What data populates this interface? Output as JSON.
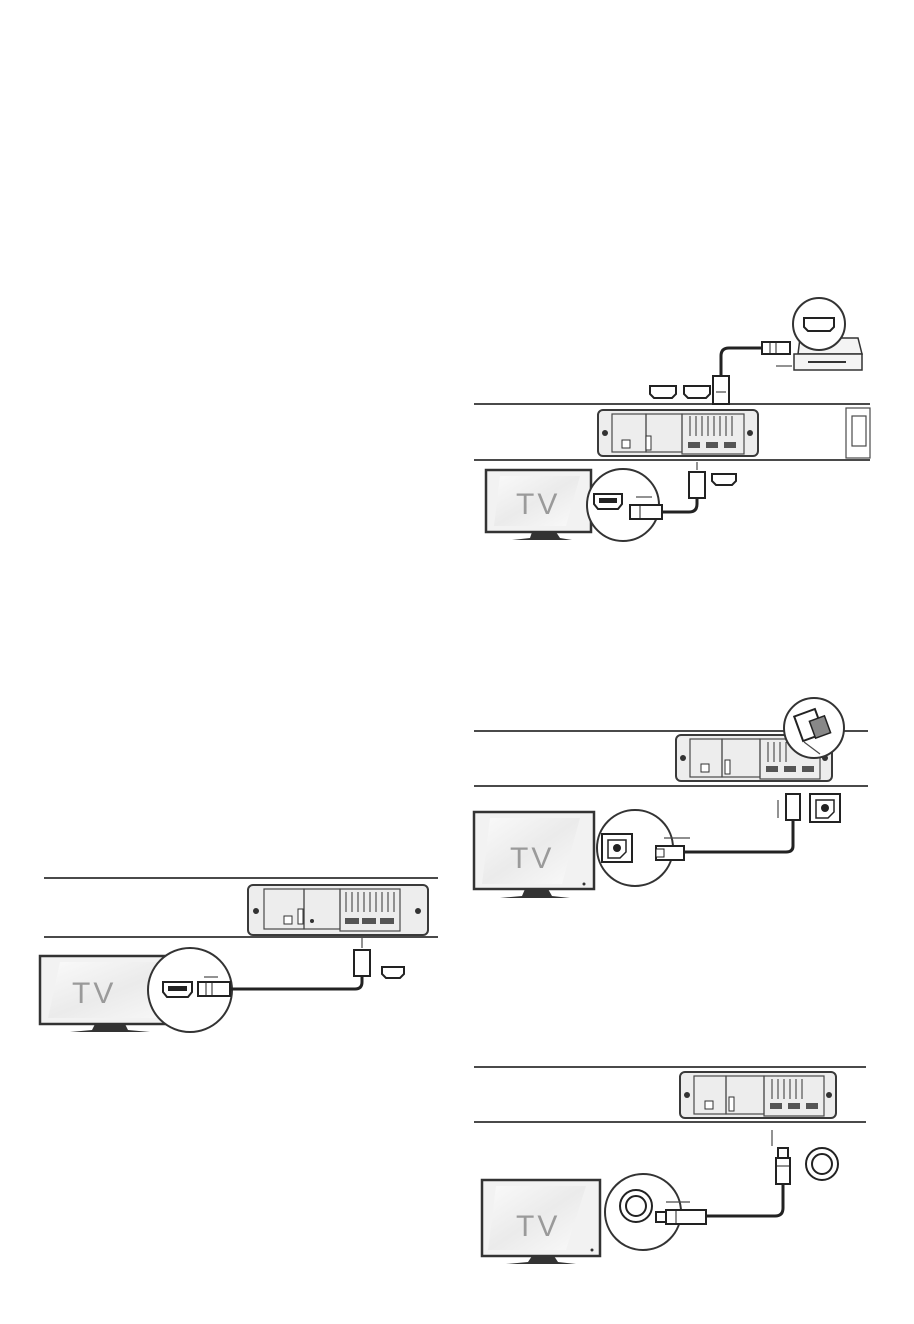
{
  "diagrams": [
    {
      "id": "hdmi-arc",
      "tv_label": "TV"
    },
    {
      "id": "hdmi-in-out",
      "tv_label": "TV"
    },
    {
      "id": "optical",
      "tv_label": "TV"
    },
    {
      "id": "coaxial",
      "tv_label": "TV"
    }
  ],
  "icons": [
    "tv-icon",
    "hdmi-port-icon",
    "hdmi-plug-icon",
    "optical-port-icon",
    "optical-plug-icon",
    "coaxial-port-icon",
    "rca-plug-icon",
    "external-device-icon",
    "arrow-icon"
  ],
  "colors": {
    "line": "#4a4a4a",
    "panel": "#ededed",
    "tv_text": "#9a9a9a"
  }
}
